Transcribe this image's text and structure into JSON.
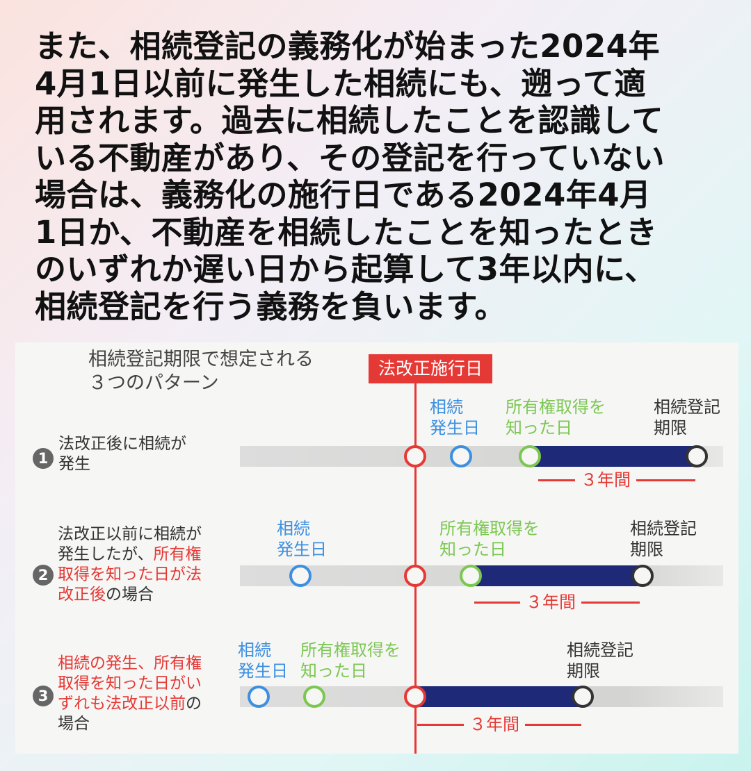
{
  "intro_lines": [
    "また、相続登記の義務化が始まった2024年",
    "4月1日以前に発生した相続にも、遡って適",
    "用されます。過去に相続したことを認識して",
    "いる不動産があり、その登記を行っていない",
    "場合は、義務化の施行日である2024年4月",
    "1日か、不動産を相続したことを知ったとき",
    "のいずれか遅い日から起算して3年以内に、",
    "相続登記を行う義務を負います。"
  ],
  "diagram": {
    "title_lines": [
      "相続登記期限で想定される",
      "３つのパターン"
    ],
    "law_label": "法改正施行日",
    "inherit_lines": [
      "相続",
      "発生日"
    ],
    "acquire_lines": [
      "所有権取得を",
      "知った日"
    ],
    "deadline_lines": [
      "相続登記",
      "期限"
    ],
    "period": "３年間",
    "patterns": [
      {
        "num": "1",
        "lines": [
          "法改正後に相続が",
          "発生"
        ]
      },
      {
        "num": "2",
        "parts": [
          "法改正以前に相続が",
          "発生したが、",
          "所有権",
          "取得を知った日が法",
          "改正後",
          "の場合"
        ]
      },
      {
        "num": "3",
        "parts": [
          "相続の発生、所有権",
          "取得を知った日がい",
          "ずれも法改正以前",
          "の",
          "場合"
        ]
      }
    ]
  },
  "colors": {
    "law": "#e53935",
    "inherit": "#3d8fe0",
    "acquire": "#7cc752",
    "deadline": "#333333",
    "bar": "#1e2a78"
  }
}
